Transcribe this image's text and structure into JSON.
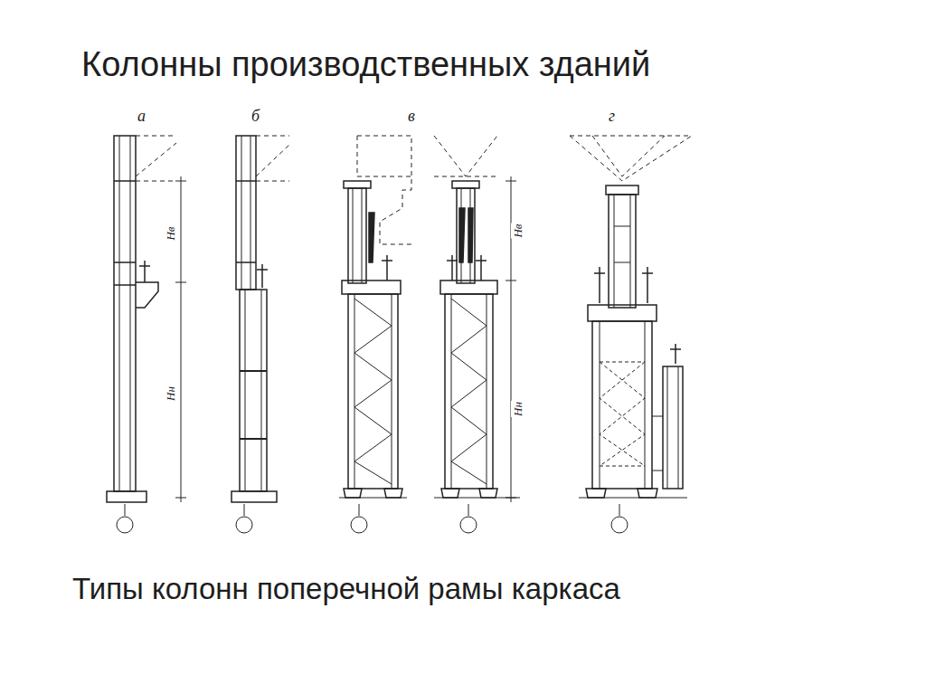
{
  "diagram": {
    "title": "Колонны производственных зданий",
    "caption": "Типы колонн поперечной рамы каркаса",
    "labels": [
      "а",
      "б",
      "в",
      "г",
      "Hв",
      "Hн",
      "Hв",
      "Hн"
    ]
  }
}
